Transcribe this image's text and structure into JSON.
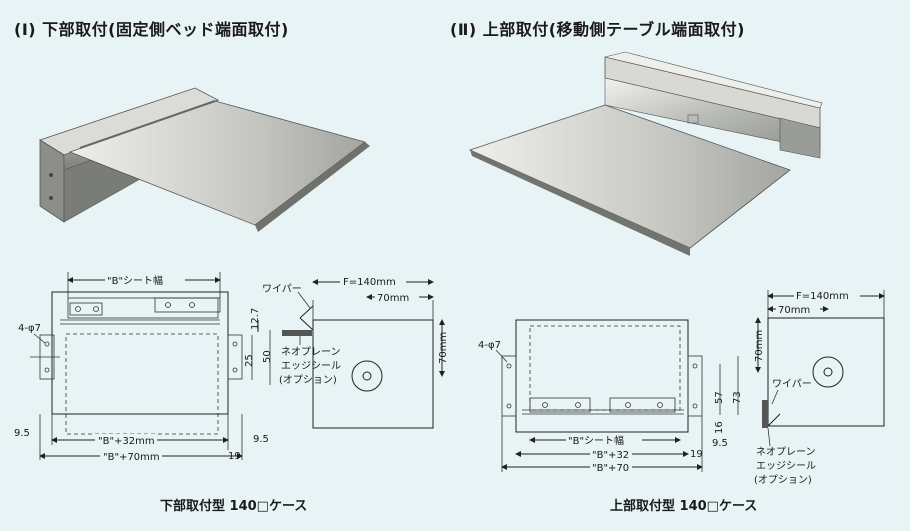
{
  "headings": {
    "left": "(Ⅰ) 下部取付(固定側ベッド端面取付)",
    "right": "(Ⅱ) 上部取付(移動側テーブル端面取付)"
  },
  "captions": {
    "left": "下部取付型 140□ケース",
    "right": "上部取付型 140□ケース"
  },
  "left_drawing": {
    "sheet_width": "\"B\"シート幅",
    "hole": "4-φ7",
    "wiper": "ワイパー",
    "f_dim": "F=140mm",
    "d70": "70mm",
    "d70v": "70mm",
    "d12_7": "12.7",
    "d25": "25",
    "d50": "50",
    "seal1": "ネオプレーン",
    "seal2": "エッジシール",
    "seal3": "(オプション)",
    "d9_5a": "9.5",
    "d9_5b": "9.5",
    "b32": "\"B\"+32mm",
    "b70": "\"B\"+70mm",
    "d19": "19"
  },
  "right_drawing": {
    "hole": "4-φ7",
    "f_dim": "F=140mm",
    "d70": "70mm",
    "d70v": "70mm",
    "wiper": "ワイパー",
    "d57": "57",
    "d73": "73",
    "d16": "16",
    "d9_5": "9.5",
    "sheet_width": "\"B\"シート幅",
    "b32": "\"B\"+32",
    "b70": "\"B\"+70",
    "d19": "19",
    "seal1": "ネオプレーン",
    "seal2": "エッジシール",
    "seal3": "(オプション)"
  }
}
